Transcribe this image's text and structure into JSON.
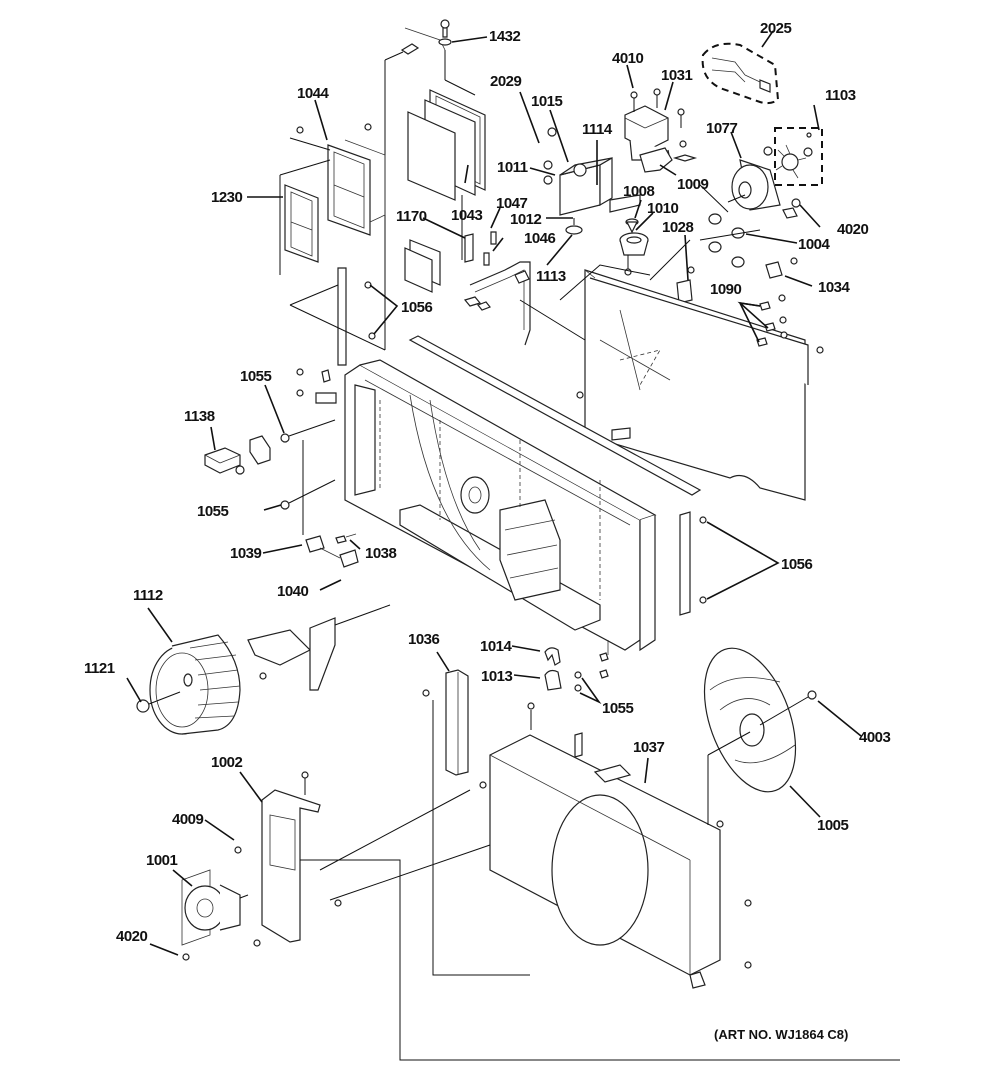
{
  "diagram": {
    "title": "Exploded parts diagram",
    "art_number": "(ART NO. WJ1864 C8)",
    "labels": {
      "p1432": "1432",
      "p2025": "2025",
      "p4010": "4010",
      "p1031": "1031",
      "p2029": "2029",
      "p1103": "1103",
      "p1044": "1044",
      "p1015": "1015",
      "p1077": "1077",
      "p1114": "1114",
      "p1011": "1011",
      "p1008": "1008",
      "p1009": "1009",
      "p1230": "1230",
      "p1043": "1043",
      "p1010": "1010",
      "p4020_top": "4020",
      "p1047": "1047",
      "p1012": "1012",
      "p1170": "1170",
      "p1028": "1028",
      "p1004": "1004",
      "p1046": "1046",
      "p1113": "1113",
      "p1034": "1034",
      "p1090": "1090",
      "p1056_top": "1056",
      "p1055_a": "1055",
      "p1138": "1138",
      "p1055_b": "1055",
      "p1039": "1039",
      "p1038": "1038",
      "p1056_right": "1056",
      "p1040": "1040",
      "p1112": "1112",
      "p1036": "1036",
      "p1014": "1014",
      "p1121": "1121",
      "p1013": "1013",
      "p1055_c": "1055",
      "p4003": "4003",
      "p1037": "1037",
      "p1002": "1002",
      "p1005": "1005",
      "p4009": "4009",
      "p1001": "1001",
      "p4020_bottom": "4020"
    }
  }
}
